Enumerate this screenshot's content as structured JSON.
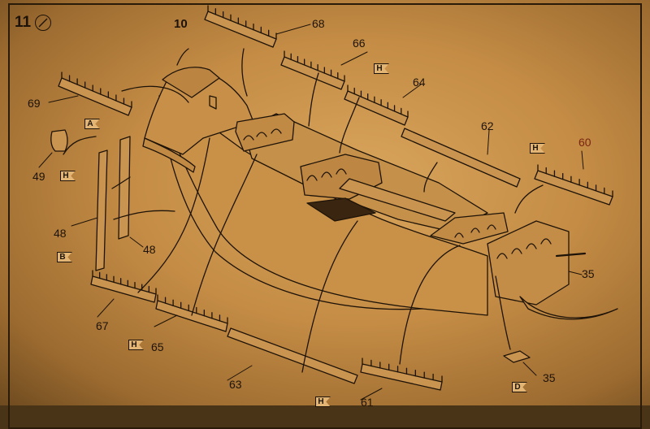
{
  "step": {
    "number": "11",
    "icon": "no-glue-icon"
  },
  "assembly_label": "10",
  "parts": [
    {
      "id": "p68",
      "label": "68"
    },
    {
      "id": "p66",
      "label": "66"
    },
    {
      "id": "p64",
      "label": "64"
    },
    {
      "id": "p62",
      "label": "62"
    },
    {
      "id": "p60",
      "label": "60"
    },
    {
      "id": "p69",
      "label": "69"
    },
    {
      "id": "p49",
      "label": "49"
    },
    {
      "id": "p48a",
      "label": "48"
    },
    {
      "id": "p48b",
      "label": "48"
    },
    {
      "id": "p35a",
      "label": "35"
    },
    {
      "id": "p35b",
      "label": "35"
    },
    {
      "id": "p67",
      "label": "67"
    },
    {
      "id": "p65",
      "label": "65"
    },
    {
      "id": "p63",
      "label": "63"
    },
    {
      "id": "p61",
      "label": "61"
    }
  ],
  "color_codes": [
    {
      "id": "ca",
      "label": "A"
    },
    {
      "id": "ch1",
      "label": "H"
    },
    {
      "id": "ch2",
      "label": "H"
    },
    {
      "id": "ch3",
      "label": "H"
    },
    {
      "id": "cb",
      "label": "B"
    },
    {
      "id": "ch4",
      "label": "H"
    },
    {
      "id": "cd",
      "label": "D"
    },
    {
      "id": "ch5",
      "label": "H"
    }
  ],
  "colors": {
    "paper": "#c48c45",
    "ink": "#1e1308",
    "tone": "#b98240"
  }
}
